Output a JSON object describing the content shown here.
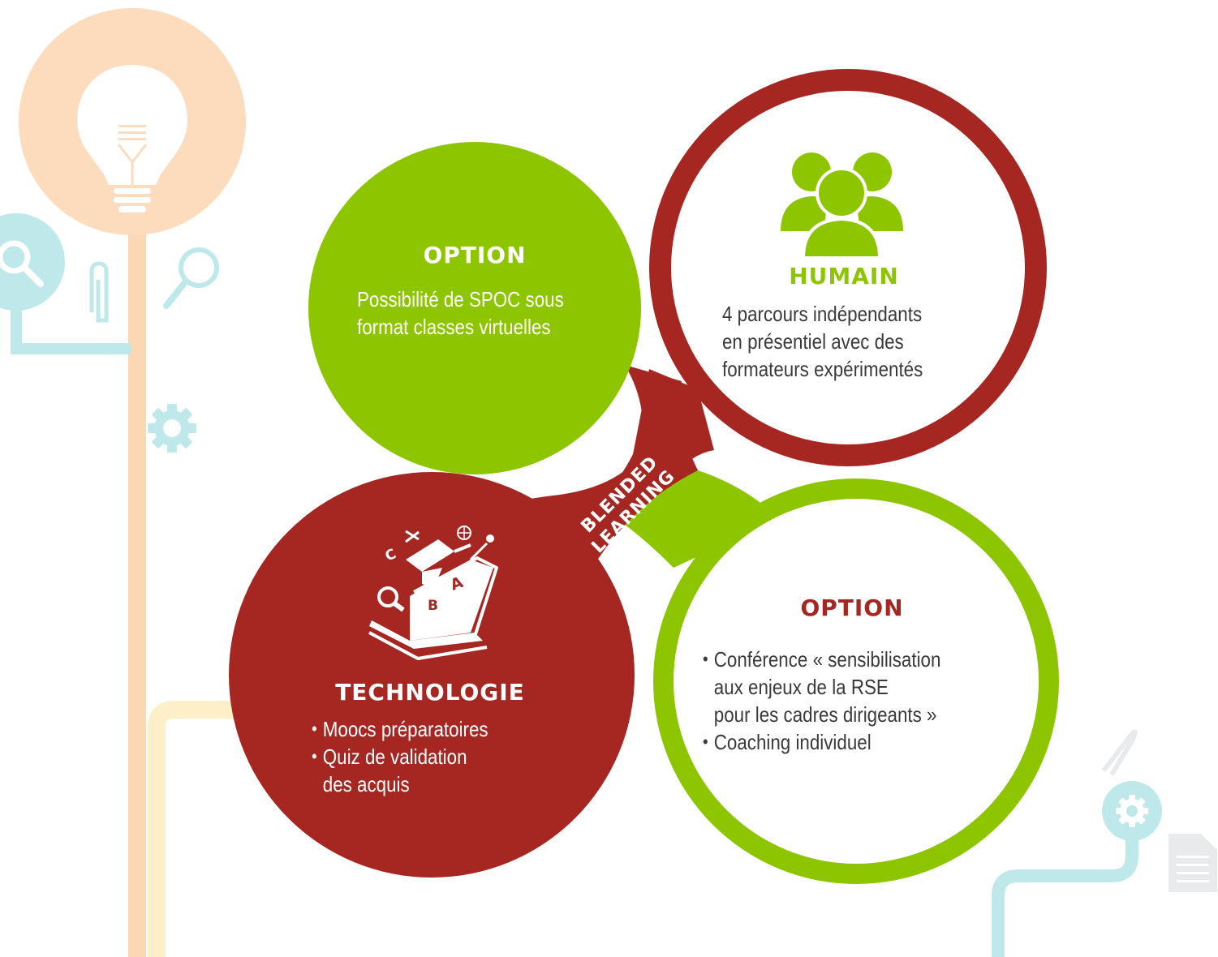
{
  "colors": {
    "green": "#8dc500",
    "red": "#a62622",
    "peach": "#fcdcbd",
    "orange_line": "#fcd7b3",
    "yellow_line": "#fdf0c8",
    "teal": "#bfe8ea",
    "grey_icon": "#e9eaec",
    "text_dark": "#3a3a3a",
    "white": "#ffffff"
  },
  "center_label": {
    "line1": "BLENDED",
    "line2": "LEARNING"
  },
  "circles": {
    "option_top": {
      "title": "OPTION",
      "lines": [
        "Possibilité de SPOC sous",
        "format classes virtuelles"
      ]
    },
    "humain": {
      "icon": "people-group-icon",
      "title": "HUMAIN",
      "lines": [
        "4 parcours indépendants",
        "en présentiel avec des",
        "formateurs expérimentés"
      ]
    },
    "technologie": {
      "icon": "e-learning-laptop-icon",
      "title": "TECHNOLOGIE",
      "bullets": [
        [
          "Moocs préparatoires"
        ],
        [
          "Quiz de validation",
          "des acquis"
        ]
      ]
    },
    "option_bottom": {
      "title": "OPTION",
      "bullets": [
        [
          "Conférence « sensibilisation",
          "aux enjeux de la RSE",
          "pour les cadres dirigeants »"
        ],
        [
          "Coaching individuel"
        ]
      ]
    }
  },
  "decorations": [
    "lightbulb-icon",
    "magnifier-icon",
    "paperclip-icon",
    "gear-icon",
    "document-icon"
  ]
}
